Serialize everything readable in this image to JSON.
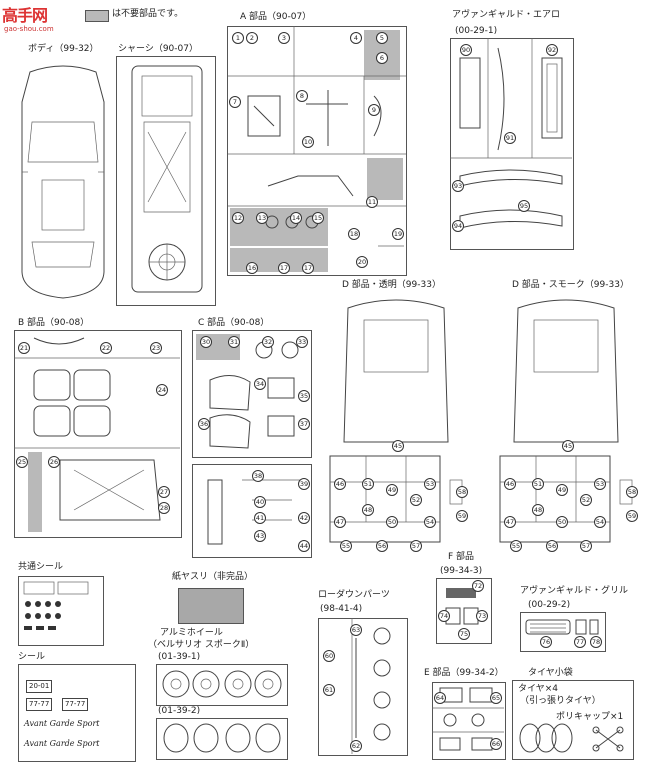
{
  "watermark": {
    "logo": "高手网",
    "url": "gao-shou.com"
  },
  "legend": {
    "text": "は不要部品です。",
    "gray_color": "#b9b9b9"
  },
  "sections": {
    "body": "ボディ（99-32）",
    "chassis": "シャーシ（90-07）",
    "a": "A 部品（90-07）",
    "aero": "アヴァンギャルド・エアロ",
    "aero_code": "(00-29-1)",
    "b": "B 部品（90-08）",
    "c": "C 部品（90-08）",
    "d_clear": "D 部品・透明（99-33）",
    "d_smoke": "D 部品・スモーク（99-33）",
    "common_decal": "共通シール",
    "decal": "シール",
    "sandpaper": "紙ヤスリ（非完品）",
    "wheel": "アルミホイール",
    "wheel_name": "（ベルサリオ スポークⅡ）",
    "wheel_code1": "(01-39-1)",
    "wheel_code2": "(01-39-2)",
    "lowdown": "ローダウンパーツ",
    "lowdown_code": "(98-41-4)",
    "f": "F 部品",
    "f_code": "(99-34-3)",
    "grill": "アヴァンギャルド・グリル",
    "grill_code": "(00-29-2)",
    "e": "E 部品（99-34-2）",
    "tire_bag": "タイヤ小袋",
    "tires": "タイヤ×4",
    "tires_note": "（引っ張りタイヤ）",
    "polycap": "ポリキャップ×1"
  },
  "parts": {
    "a": [
      "1",
      "2",
      "3",
      "4",
      "5",
      "6",
      "7",
      "8",
      "9",
      "10",
      "11",
      "12",
      "13",
      "14",
      "15",
      "16",
      "17",
      "17",
      "18",
      "19",
      "20"
    ],
    "aero": [
      "90",
      "91",
      "92",
      "93",
      "94",
      "95"
    ],
    "b": [
      "21",
      "22",
      "23",
      "24",
      "25",
      "26",
      "27",
      "28"
    ],
    "c": [
      "30",
      "31",
      "32",
      "33",
      "34",
      "35",
      "36",
      "37",
      "38",
      "39",
      "40",
      "41",
      "42",
      "43",
      "44"
    ],
    "d": [
      "45",
      "46",
      "47",
      "48",
      "49",
      "50",
      "51",
      "52",
      "53",
      "54",
      "55",
      "56",
      "57",
      "58",
      "59"
    ],
    "f": [
      "72",
      "73",
      "74",
      "75"
    ],
    "grill": [
      "76",
      "77",
      "78"
    ],
    "e": [
      "60",
      "61",
      "62",
      "63",
      "64",
      "65",
      "66"
    ]
  },
  "decals": {
    "plates": [
      "20-01",
      "77-77"
    ],
    "script": "Avant Garde Sport"
  }
}
